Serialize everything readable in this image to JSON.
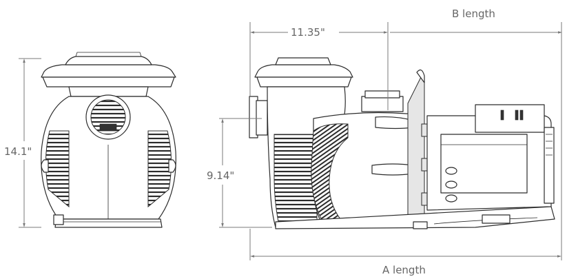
{
  "dimensions": {
    "b_length_label": "B length",
    "a_length_label": "A length",
    "width_11_35": "11.35\"",
    "height_14_1": "14.1\"",
    "height_9_14": "9.14\""
  },
  "colors": {
    "dimension_line": "#7a7a7a",
    "dimension_text": "#666666",
    "outline": "#2b2b2b"
  }
}
